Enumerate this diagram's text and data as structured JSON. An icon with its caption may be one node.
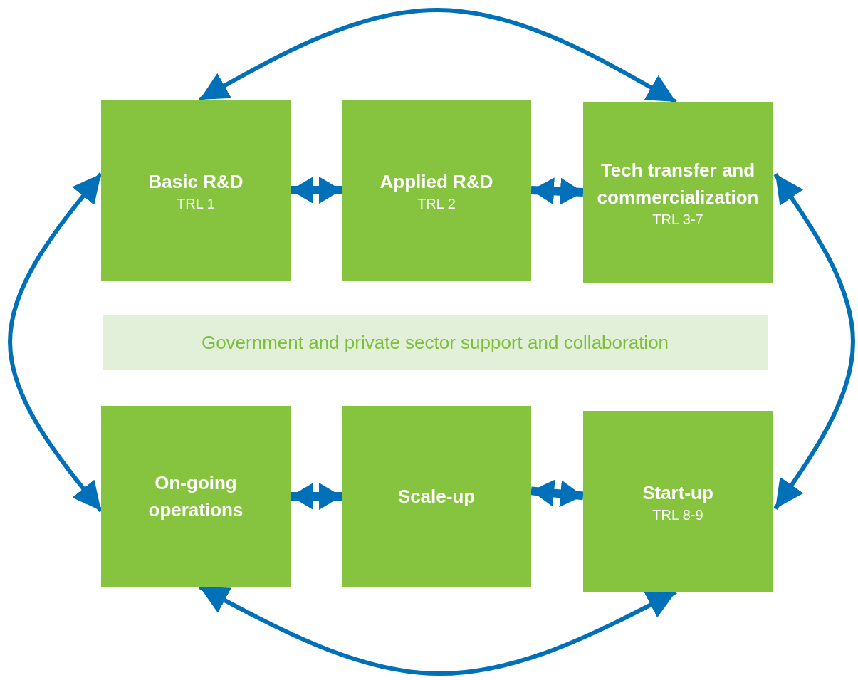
{
  "diagram": {
    "nodes": [
      {
        "text": [
          "Basic R&D",
          "TRL 1"
        ]
      },
      {
        "text": [
          "Applied R&D",
          "TRL 2"
        ]
      },
      {
        "text": [
          "Tech transfer and commercialization",
          "TRL 3-7"
        ]
      },
      {
        "text": [
          "Government and private sector support and collaboration"
        ]
      },
      {
        "text": [
          "On-going operations"
        ]
      },
      {
        "text": [
          "Scale-up"
        ]
      },
      {
        "text": [
          "Start-up",
          "TRL 8-9"
        ]
      }
    ],
    "edges": [
      {
        "from": 0,
        "to": 1,
        "arrow": "both",
        "style": "thick"
      },
      {
        "from": 1,
        "to": 2,
        "arrow": "both",
        "style": "thick"
      },
      {
        "from": 4,
        "to": 5,
        "arrow": "both",
        "style": "thick"
      },
      {
        "from": 5,
        "to": 6,
        "arrow": "both",
        "style": "thick"
      },
      {
        "from": 0,
        "to": 2,
        "arrow": "both"
      },
      {
        "from": 2,
        "to": 6,
        "arrow": "both"
      },
      {
        "from": 4,
        "to": 6,
        "arrow": "both"
      },
      {
        "from": 0,
        "to": 4,
        "arrow": "both"
      }
    ]
  }
}
